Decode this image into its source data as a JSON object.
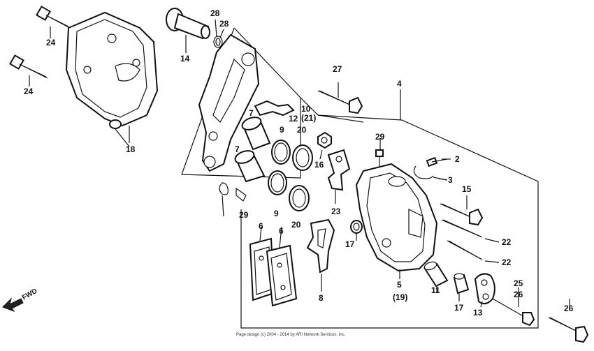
{
  "callouts": [
    {
      "id": "c24a",
      "text": "24"
    },
    {
      "id": "c24b",
      "text": "24"
    },
    {
      "id": "c18",
      "text": "18"
    },
    {
      "id": "c14",
      "text": "14"
    },
    {
      "id": "c28a",
      "text": "28"
    },
    {
      "id": "c28b",
      "text": "28"
    },
    {
      "id": "c27",
      "text": "27"
    },
    {
      "id": "c4",
      "text": "4"
    },
    {
      "id": "c7a",
      "text": "7"
    },
    {
      "id": "c7b",
      "text": "7"
    },
    {
      "id": "c12",
      "text": "12"
    },
    {
      "id": "c10",
      "text": "10"
    },
    {
      "id": "c21",
      "text": "(21)"
    },
    {
      "id": "c9a",
      "text": "9"
    },
    {
      "id": "c9b",
      "text": "9"
    },
    {
      "id": "c20a",
      "text": "20"
    },
    {
      "id": "c20b",
      "text": "20"
    },
    {
      "id": "c16",
      "text": "16"
    },
    {
      "id": "c29a",
      "text": "29"
    },
    {
      "id": "c29b",
      "text": "29"
    },
    {
      "id": "c2",
      "text": "2"
    },
    {
      "id": "c3",
      "text": "3"
    },
    {
      "id": "c15",
      "text": "15"
    },
    {
      "id": "c23",
      "text": "23"
    },
    {
      "id": "c6a",
      "text": "6"
    },
    {
      "id": "c6b",
      "text": "6"
    },
    {
      "id": "c8",
      "text": "8"
    },
    {
      "id": "c17a",
      "text": "17"
    },
    {
      "id": "c22a",
      "text": "22"
    },
    {
      "id": "c22b",
      "text": "22"
    },
    {
      "id": "c5",
      "text": "5"
    },
    {
      "id": "c19",
      "text": "(19)"
    },
    {
      "id": "c11",
      "text": "11"
    },
    {
      "id": "c17b",
      "text": "17"
    },
    {
      "id": "c13",
      "text": "13"
    },
    {
      "id": "c25",
      "text": "25"
    },
    {
      "id": "c26a",
      "text": "26"
    },
    {
      "id": "c26b",
      "text": "26"
    }
  ],
  "fwd_label": "FWD",
  "copyright": "Page design (c) 2004 - 2014 by ARI Network Services, Inc."
}
